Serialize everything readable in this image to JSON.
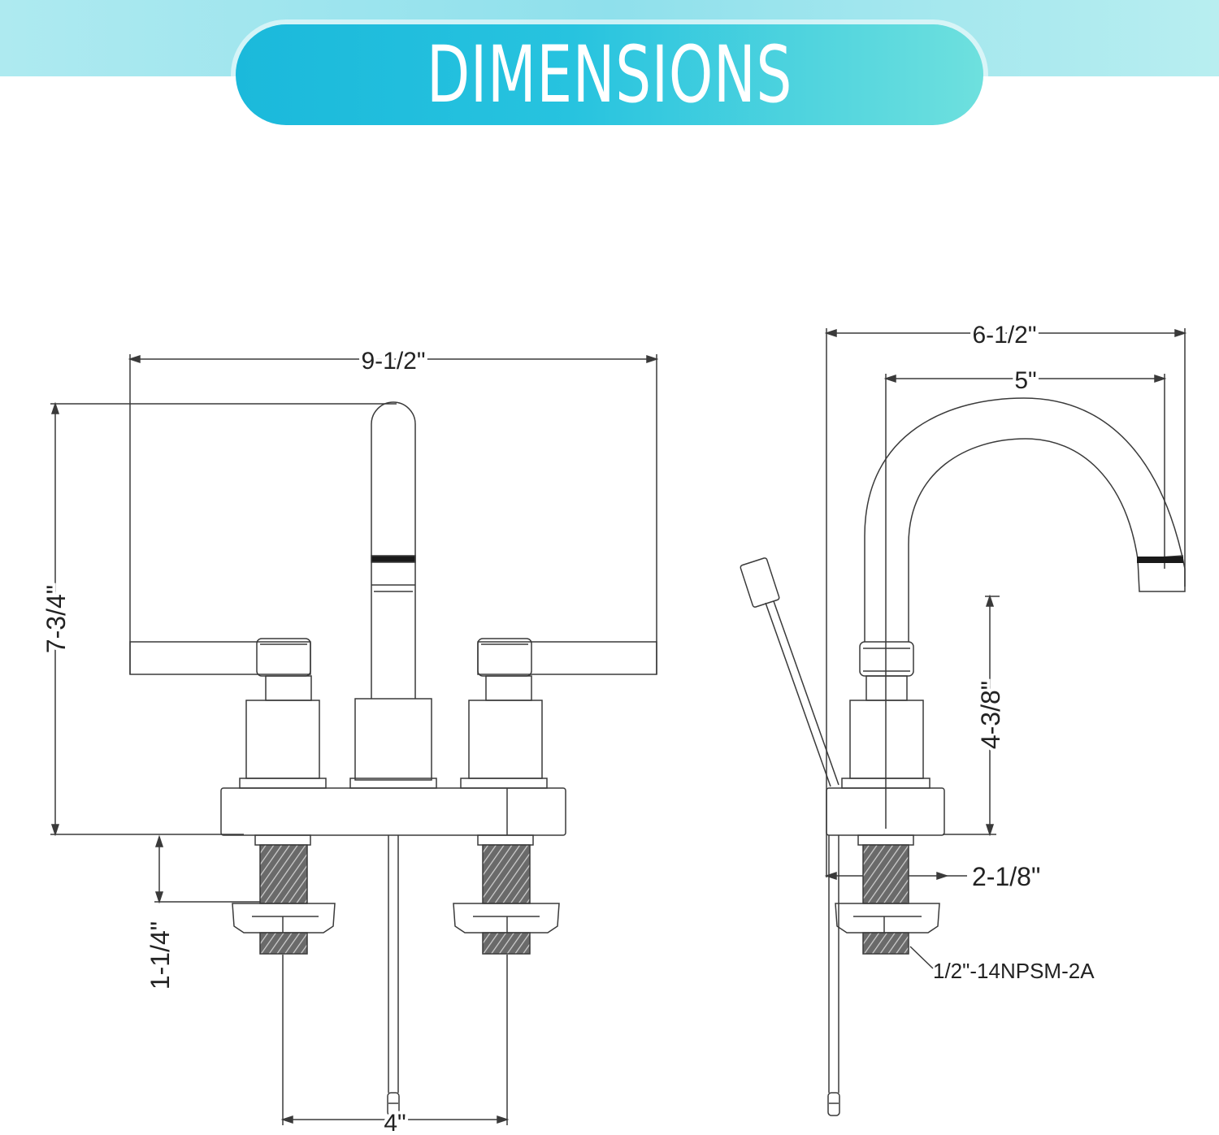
{
  "banner": {
    "title": "DIMENSIONS"
  },
  "colors": {
    "banner_start": "#1bb9db",
    "banner_end": "#6ee0de",
    "line": "#3a3a3a"
  },
  "front_view": {
    "overall_width": "9-1/2\"",
    "overall_height": "7-3/4\"",
    "shank_length": "1-1/4\"",
    "center_spacing": "4\""
  },
  "side_view": {
    "overall_depth": "6-1/2\"",
    "spout_reach": "5\"",
    "spout_height": "4-3/8\"",
    "base_depth": "2-1/8\"",
    "thread_spec": "1/2\"-14NPSM-2A"
  }
}
